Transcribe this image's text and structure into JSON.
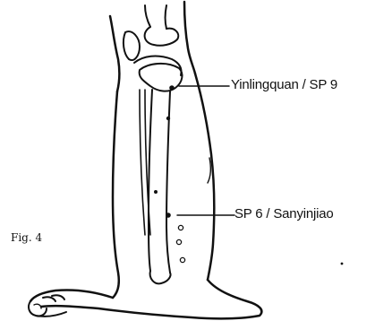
{
  "figure": {
    "caption": "Fig. 4",
    "points": [
      {
        "label": "Yinlingquan / SP 9"
      },
      {
        "label": "SP 6 / Sanyinjiao"
      }
    ]
  },
  "colors": {
    "ink": "#111111",
    "background": "#ffffff"
  }
}
